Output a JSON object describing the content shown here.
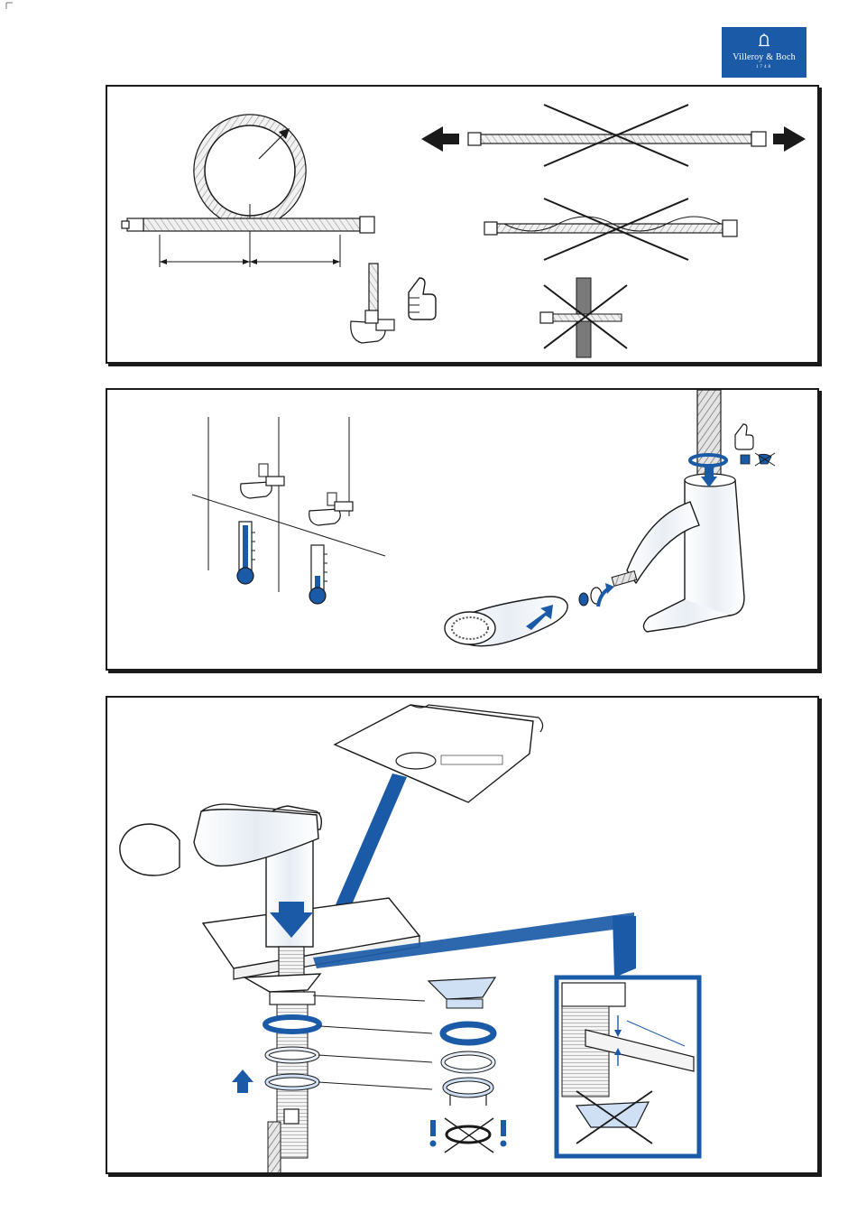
{
  "logo": {
    "brand": "Villeroy & Boch",
    "year": "1748",
    "color": "#1b5aa6"
  },
  "colors": {
    "accent_blue": "#1b5aa6",
    "light_blue": "#cfe0f4",
    "line": "#1a1a1a"
  },
  "panels": [
    {
      "id": "hose-handling",
      "icons": [
        "coiled-hose-icon",
        "stretched-hose-icon",
        "twisted-hose-icon",
        "clamped-hose-icon",
        "thumbs-up-icon",
        "angle-valve-icon"
      ]
    },
    {
      "id": "connection-and-spray",
      "icons": [
        "hot-thermometer-icon",
        "cold-thermometer-icon",
        "angle-valve-icon",
        "spray-head-icon",
        "faucet-icon",
        "thumbs-up-icon"
      ]
    },
    {
      "id": "mounting",
      "icons": [
        "faucet-icon",
        "template-sheet-icon",
        "washer-icon",
        "down-arrow-icon",
        "up-arrow-icon",
        "warning-icon"
      ]
    }
  ]
}
